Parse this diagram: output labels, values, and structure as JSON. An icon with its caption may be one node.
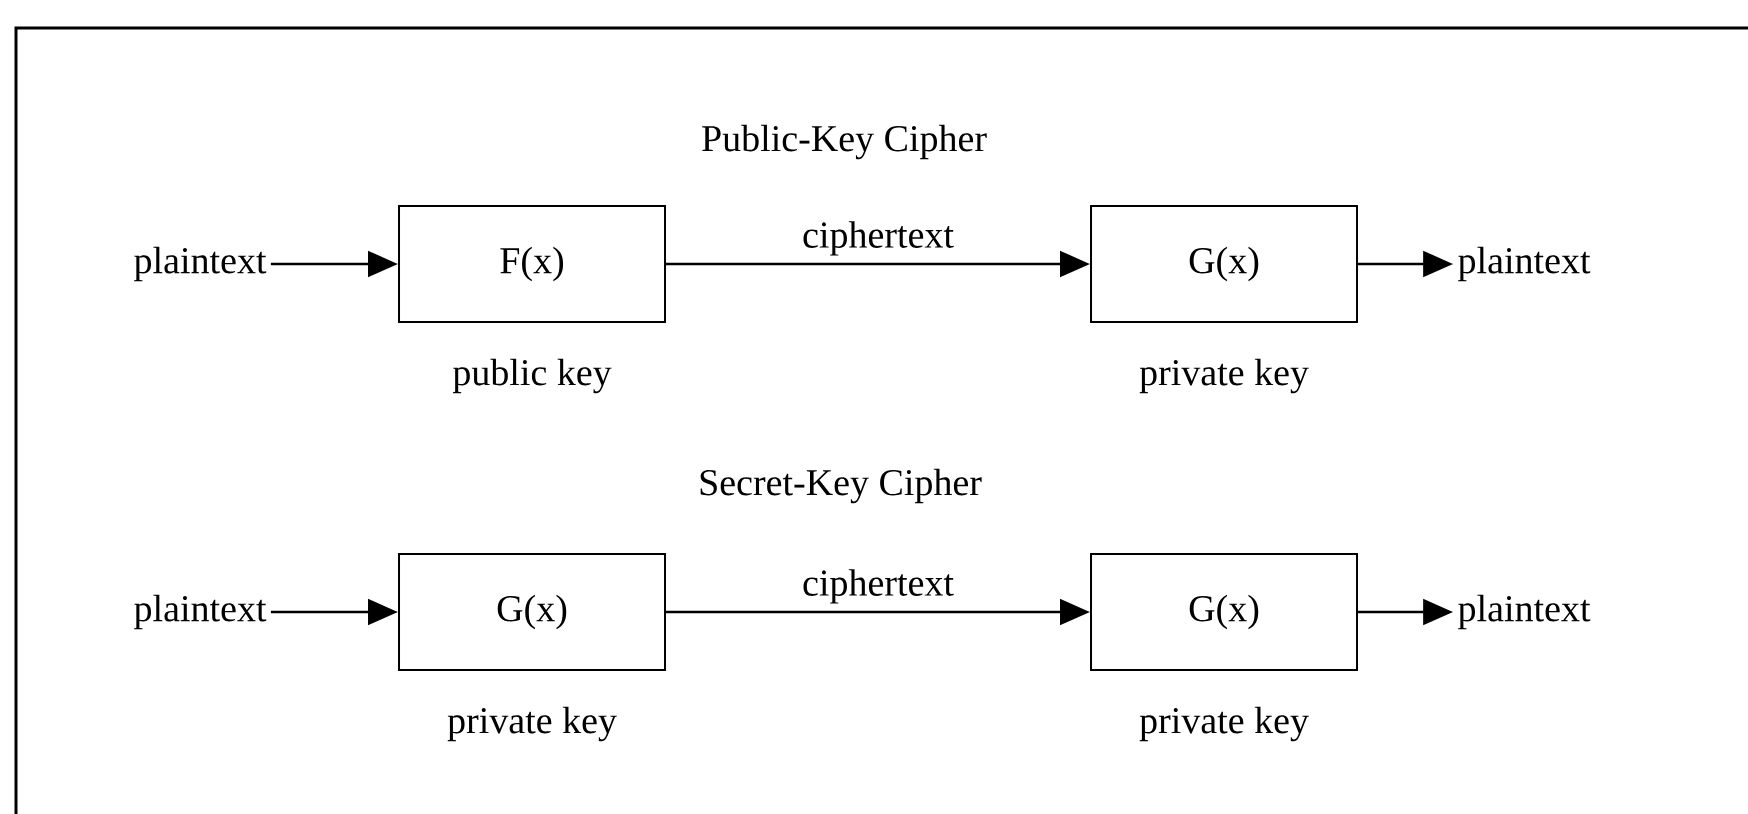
{
  "diagram": {
    "nodes": [
      {
        "text": [
          "plaintext"
        ]
      },
      {
        "text": [
          "F(x)"
        ],
        "beside": [
          "public key"
        ]
      },
      {
        "text": [
          "G(x)"
        ],
        "beside": [
          "private key"
        ]
      },
      {
        "text": [
          "plaintext"
        ]
      },
      {
        "text": [
          "plaintext"
        ]
      },
      {
        "text": [
          "G(x)"
        ],
        "beside": [
          "private key"
        ]
      },
      {
        "text": [
          "G(x)"
        ],
        "beside": [
          "private key"
        ]
      },
      {
        "text": [
          "plaintext"
        ]
      }
    ],
    "edges": [
      {
        "from": 0,
        "to": 1,
        "arrow": "to"
      },
      {
        "from": 1,
        "to": 2,
        "arrow": "to",
        "label": "ciphertext"
      },
      {
        "from": 2,
        "to": 3,
        "arrow": "to"
      },
      {
        "from": 4,
        "to": 5,
        "arrow": "to"
      },
      {
        "from": 5,
        "to": 6,
        "arrow": "to",
        "label": "ciphertext"
      },
      {
        "from": 6,
        "to": 7,
        "arrow": "to"
      }
    ],
    "labels": [
      "Public-Key Cipher",
      "Secret-Key Cipher"
    ]
  }
}
